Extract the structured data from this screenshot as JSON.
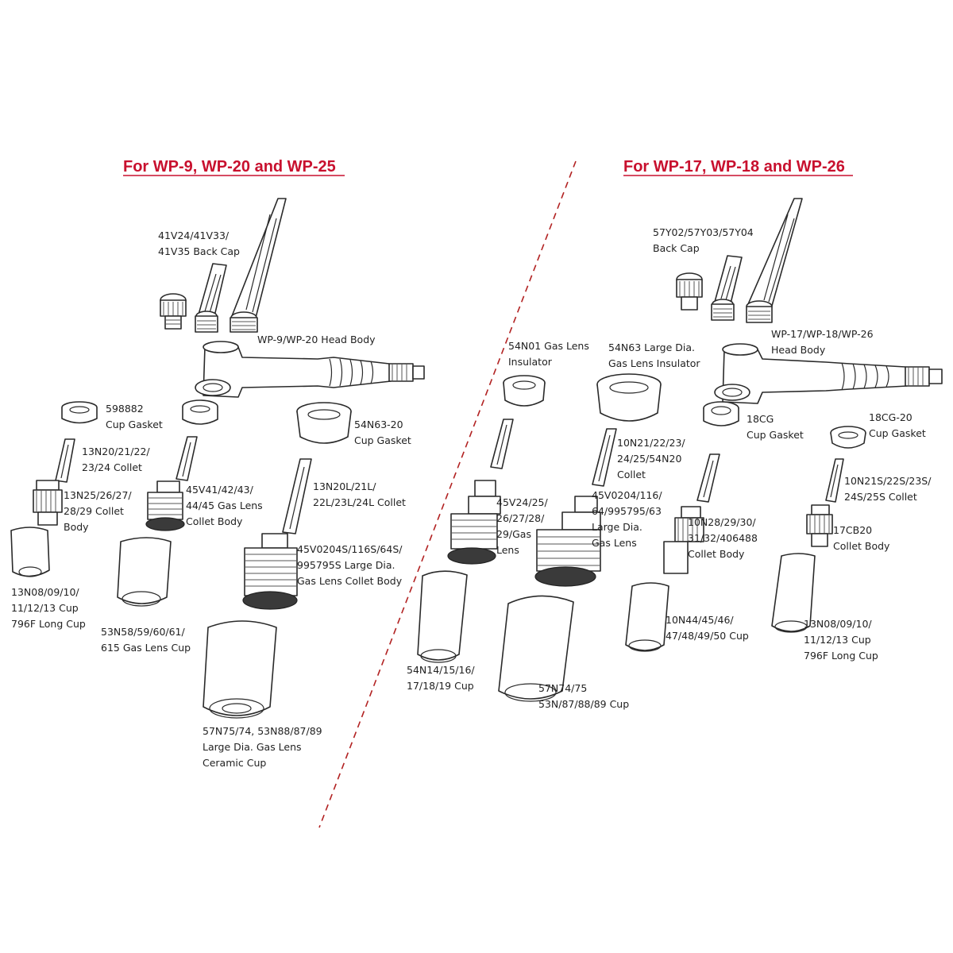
{
  "sections": {
    "left_title": "For  WP-9, WP-20 and WP-25",
    "right_title": "For  WP-17, WP-18 and WP-26"
  },
  "colors": {
    "title": "#c8102e",
    "divider": "#b22222",
    "line": "#2a2a2a"
  },
  "left_labels": {
    "back_cap": [
      "41V24/41V33/",
      "41V35 Back Cap"
    ],
    "head_body": [
      "WP-9/WP-20 Head Body"
    ],
    "cup_gasket": [
      "598882",
      "Cup Gasket"
    ],
    "collet": [
      "13N20/21/22/",
      "23/24 Collet"
    ],
    "collet_body": [
      "13N25/26/27/",
      "28/29 Collet",
      "Body"
    ],
    "cup": [
      "13N08/09/10/",
      "11/12/13 Cup",
      "796F Long  Cup"
    ],
    "gas_lens_collet_body": [
      "45V41/42/43/",
      "44/45 Gas Lens",
      "Collet Body"
    ],
    "gas_lens_cup": [
      "53N58/59/60/61/",
      "615  Gas Lens Cup"
    ],
    "large_cup_gasket": [
      "54N63-20",
      "Cup Gasket"
    ],
    "long_collet": [
      "13N20L/21L/",
      "22L/23L/24L Collet"
    ],
    "large_gas_lens_collet_body": [
      "45V0204S/116S/64S/",
      "995795S Large Dia.",
      "Gas Lens Collet Body"
    ],
    "large_ceramic_cup": [
      "57N75/74, 53N88/87/89",
      "Large Dia. Gas Lens",
      "Ceramic Cup"
    ]
  },
  "right_labels": {
    "back_cap": [
      "57Y02/57Y03/57Y04",
      "Back Cap"
    ],
    "head_body": [
      "WP-17/WP-18/WP-26",
      "Head Body"
    ],
    "gas_lens_insulator": [
      "54N01 Gas Lens",
      "Insulator"
    ],
    "large_insulator": [
      "54N63 Large Dia.",
      "Gas Lens Insulator"
    ],
    "cup_gasket": [
      "18CG",
      "Cup Gasket"
    ],
    "cup_gasket_20": [
      "18CG-20",
      "Cup Gasket"
    ],
    "collet": [
      "10N21/22/23/",
      "24/25/54N20",
      "Collet"
    ],
    "gas_lens": [
      "45V24/25/",
      "26/27/28/",
      "29/Gas",
      "Lens"
    ],
    "large_gas_lens": [
      "45V0204/116/",
      "64/995795/63",
      "Large Dia.",
      "Gas Lens"
    ],
    "collet_body": [
      "10N28/29/30/",
      "31/32/406488",
      "Collet Body"
    ],
    "collet_s": [
      "10N21S/22S/23S/",
      "24S/25S Collet"
    ],
    "collet_body_17": [
      "17CB20",
      "Collet Body"
    ],
    "cup_10n": [
      "10N44/45/46/",
      "47/48/49/50 Cup"
    ],
    "cup_54n": [
      "54N14/15/16/",
      "17/18/19 Cup"
    ],
    "cup_57n": [
      "57N74/75",
      "53N/87/88/89 Cup"
    ],
    "cup_13n": [
      "13N08/09/10/",
      "11/12/13 Cup",
      "796F Long  Cup"
    ]
  }
}
